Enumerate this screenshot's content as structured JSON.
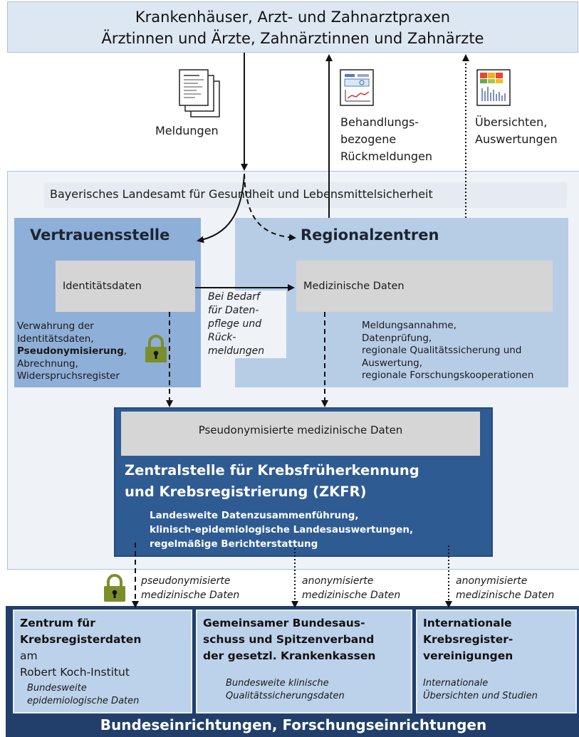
{
  "top": {
    "line1": "Krankenhäuser, Arzt- und Zahnarztpraxen",
    "line2": "Ärztinnen und Ärzte, Zahnärztinnen und Zahnärzte"
  },
  "flows": {
    "meldungen": "Meldungen",
    "behandlung": [
      "Behandlungs-",
      "bezogene",
      "Rückmeldungen"
    ],
    "uebersichten": [
      "Übersichten,",
      "Auswertungen"
    ]
  },
  "lgl": {
    "title": "Bayerisches Landesamt für Gesundheit und Lebensmittelsicherheit"
  },
  "vertrauensstelle": {
    "title": "Vertrauensstelle",
    "box": "Identitätsdaten",
    "desc1": "Verwahrung der",
    "desc2": "Identitätsdaten,",
    "desc3": "Pseudonymisierung",
    "desc3b": ",",
    "desc4": "Abrechnung,",
    "desc5": "Widerspruchsregister"
  },
  "regionalzentren": {
    "title": "Regionalzentren",
    "box": "Medizinische Daten",
    "desc": [
      "Meldungsannahme,",
      "Datenprüfung,",
      "regionale Qualitätssicherung und",
      "Auswertung,",
      "regionale Forschungskooperationen"
    ]
  },
  "bedarf": [
    "Bei Bedarf",
    "für Daten-",
    "pflege und",
    "Rück-",
    "meldungen"
  ],
  "zkfr": {
    "box": "Pseudonymisierte medizinische Daten",
    "title1": "Zentralstelle für Krebsfrüherkennung",
    "title2": "und Krebsregistrierung (ZKFR)",
    "sub": [
      "Landesweite Datenzusammenführung,",
      "klinisch-epidemiologische Landesauswertungen,",
      "regelmäßige Berichterstattung"
    ]
  },
  "outflows": {
    "left": [
      "pseudonymisierte",
      "medizinische Daten"
    ],
    "mid": [
      "anonymisierte",
      "medizinische Daten"
    ],
    "right": [
      "anonymisierte",
      "medizinische Daten"
    ]
  },
  "bottom": {
    "card1": {
      "title": [
        "Zentrum für",
        "Krebsregisterdaten"
      ],
      "reg": [
        "am",
        "Robert Koch-Institut"
      ],
      "sub": [
        "Bundesweite",
        "epidemiologische Daten"
      ]
    },
    "card2": {
      "title": [
        "Gemeinsamer Bundesaus-",
        "schuss und Spitzenverband",
        "der gesetzl. Krankenkassen"
      ],
      "sub": [
        "Bundesweite klinische",
        "Qualitätssicherungsdaten"
      ]
    },
    "card3": {
      "title": [
        "Internationale",
        "Krebsregister-",
        "vereinigungen"
      ],
      "sub": [
        "Internationale",
        "Übersichten und Studien"
      ]
    },
    "footer": "Bundeseinrichtungen, Forschungseinrichtungen"
  },
  "colors": {
    "dark_blue": "#2f5b93",
    "navy": "#213f6a",
    "vs_blue": "#8eafd7",
    "rz_blue": "#b7cde6",
    "lock_green": "#7a8f2a"
  },
  "icons": [
    "documents-icon",
    "report-chart-icon",
    "bar-chart-icon",
    "lock-icon"
  ]
}
